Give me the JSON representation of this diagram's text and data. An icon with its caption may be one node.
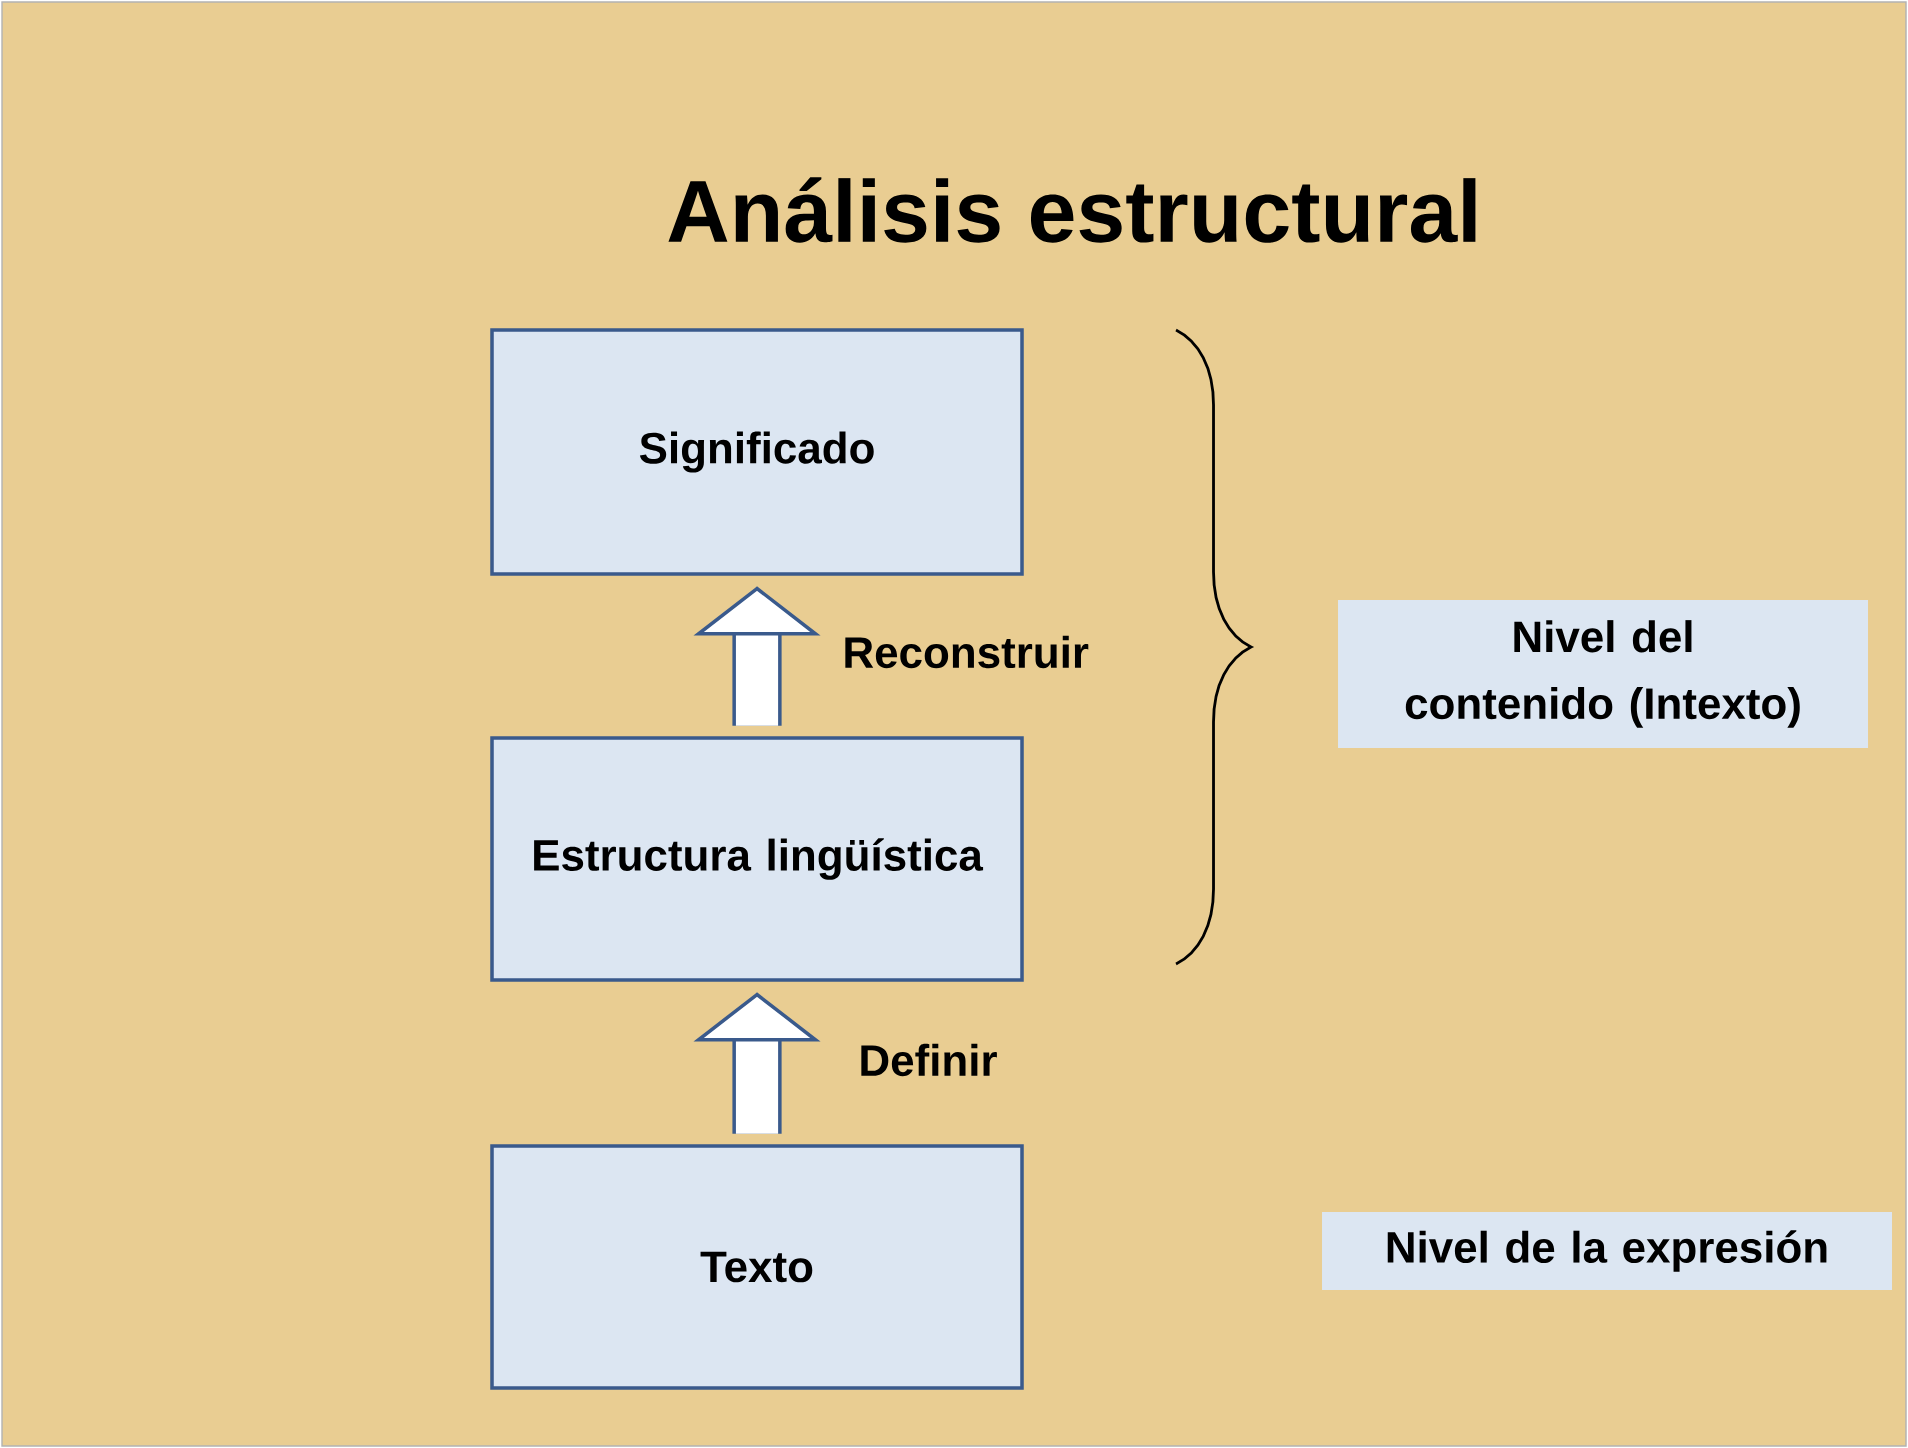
{
  "diagram": {
    "title": "Análisis estructural",
    "nodes": [
      {
        "text": [
          "Significado"
        ]
      },
      {
        "text": [
          "Estructura lingüística"
        ]
      },
      {
        "text": [
          "Texto"
        ]
      },
      {
        "text": [
          "Nivel del contenido (Intexto)"
        ]
      },
      {
        "text": [
          "Nivel de la expresión"
        ]
      }
    ],
    "edges": [
      {
        "from": 2,
        "to": 1,
        "arrow": "to",
        "label": "Definir"
      },
      {
        "from": 1,
        "to": 0,
        "arrow": "to",
        "label": "Reconstruir"
      }
    ]
  }
}
